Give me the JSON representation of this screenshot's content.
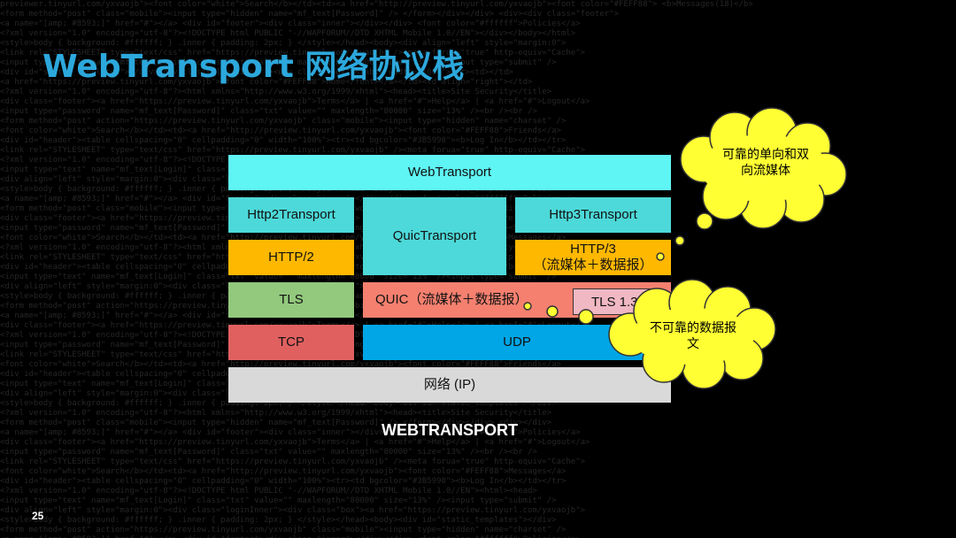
{
  "slide": {
    "title": "WebTransport 网络协议栈",
    "page_number": "25",
    "caption": "WEBTRANSPORT"
  },
  "stack": {
    "webtransport": "WebTransport",
    "http2transport": "Http2Transport",
    "quictransport": "QuicTransport",
    "http3transport": "Http3Transport",
    "http2": "HTTP/2",
    "http3_line1": "HTTP/3",
    "http3_line2": "（流媒体＋数据报）",
    "tls": "TLS",
    "quic": "QUIC（流媒体＋数据报）",
    "tls13": "TLS 1.3",
    "tcp": "TCP",
    "udp": "UDP",
    "ip": "网络 (IP)"
  },
  "callouts": {
    "reliable_line1": "可靠的单向和双",
    "reliable_line2": "向流媒体",
    "unreliable_line1": "不可靠的数据报",
    "unreliable_line2": "文"
  },
  "colors": {
    "title": "#2ca8dc",
    "webtransport": "#5ff5f5",
    "transport": "#4dd9d9",
    "http": "#ffb800",
    "tls": "#92c97d",
    "quic": "#f5806f",
    "tcp": "#e06060",
    "udp": "#00a6e6",
    "ip": "#d9d9d9",
    "cloud": "#ffff33"
  }
}
